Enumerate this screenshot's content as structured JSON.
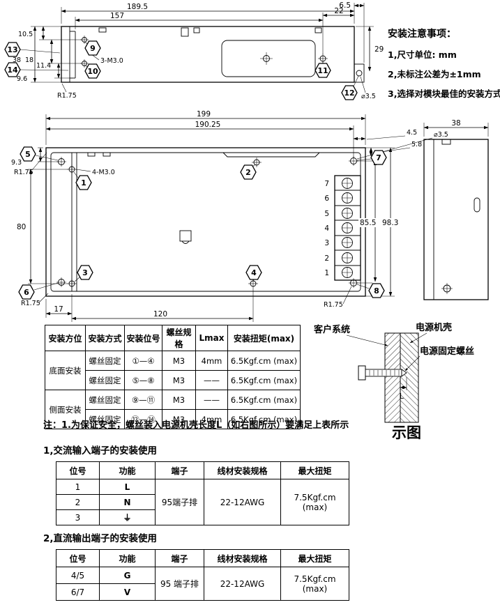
{
  "notes": {
    "title": "安装注意事项：",
    "items": [
      "1,尺寸单位: mm",
      "2,未标注公差为±1mm",
      "3,选择对模块最佳的安装方式"
    ]
  },
  "side_view": {
    "dim_189_5": "189.5",
    "dim_157": "157",
    "dim_22": "22",
    "dim_6_5": "6.5",
    "dim_10_5": "10.5",
    "dim_38": "38",
    "dim_18": "18",
    "dim_11_4": "11.4",
    "dim_9_6": "9.6",
    "dim_29": "29",
    "radius": "R1.75",
    "thread": "3-M3.0",
    "hole": "⌀3.5",
    "balloon_9": "9",
    "balloon_10": "10",
    "balloon_11": "11",
    "balloon_12": "12",
    "balloon_13": "13",
    "balloon_14": "14"
  },
  "top_view": {
    "dim_199": "199",
    "dim_190_25": "190.25",
    "dim_4_5": "4.5",
    "hole": "⌀3.5",
    "dim_5_8": "5.8",
    "dim_9_3": "9.3",
    "dim_80": "80",
    "dim_98_3": "98.3",
    "dim_85_5": "85.5",
    "dim_17": "17",
    "dim_120": "120",
    "radius_top": "R1.75",
    "radius_bottom_left": "R1.75",
    "radius_bottom_right": "R1.75",
    "thread": "4-M3.0",
    "terminals": [
      "7",
      "6",
      "5",
      "4",
      "3",
      "2",
      "1"
    ],
    "balloon_1": "1",
    "balloon_2": "2",
    "balloon_3": "3",
    "balloon_4": "4",
    "balloon_5": "5",
    "balloon_6": "6",
    "balloon_7": "7",
    "balloon_8": "8"
  },
  "end_view": {
    "dim_38": "38"
  },
  "figure": {
    "label_customer": "客户系统",
    "label_case": "电源机壳",
    "label_screw": "电源固定螺丝",
    "dim_l": "L",
    "caption": "示图"
  },
  "mount_table": {
    "headers": [
      "安装方位",
      "安装方式",
      "安装位号",
      "螺丝规格",
      "Lmax",
      "安装扭矩(max)"
    ],
    "row_group_1": "底面安装",
    "row_group_2": "侧面安装",
    "rows": [
      {
        "method": "螺丝固定",
        "positions": "①—④",
        "spec": "M3",
        "lmax": "4mm",
        "torque": "6.5Kgf.cm (max)"
      },
      {
        "method": "螺丝固定",
        "positions": "⑤—⑧",
        "spec": "M3",
        "lmax": "——",
        "torque": "6.5Kgf.cm (max)"
      },
      {
        "method": "螺丝固定",
        "positions": "⑨—⑪",
        "spec": "M3",
        "lmax": "——",
        "torque": "6.5Kgf.cm (max)"
      },
      {
        "method": "螺丝固定",
        "positions": "⑫—⑭",
        "spec": "M3",
        "lmax": "4mm",
        "torque": "6.5Kgf.cm (max)"
      }
    ]
  },
  "safety_note": "注：1.为保证安全，螺丝装入电源机壳长度L（如右图所示）要满足上表所示",
  "ac_section": {
    "title": "1,交流输入端子的安装使用",
    "headers": [
      "位号",
      "功能",
      "端子",
      "线材安装规格",
      "最大扭矩"
    ],
    "rows": [
      {
        "position": "1",
        "function": "L"
      },
      {
        "position": "2",
        "function": "N"
      },
      {
        "position": "3",
        "function": "⏚"
      }
    ],
    "terminal": "95端子排",
    "wire_spec": "22-12AWG",
    "torque": "7.5Kgf.cm (max)"
  },
  "dc_section": {
    "title": "2,直流输出端子的安装使用",
    "headers": [
      "位号",
      "功能",
      "端子",
      "线材安装规格",
      "最大扭矩"
    ],
    "rows": [
      {
        "position": "4/5",
        "function": "G"
      },
      {
        "position": "6/7",
        "function": "V"
      }
    ],
    "terminal": "95 端子排",
    "wire_spec": "22-12AWG",
    "torque": "7.5Kgf.cm (max)"
  }
}
